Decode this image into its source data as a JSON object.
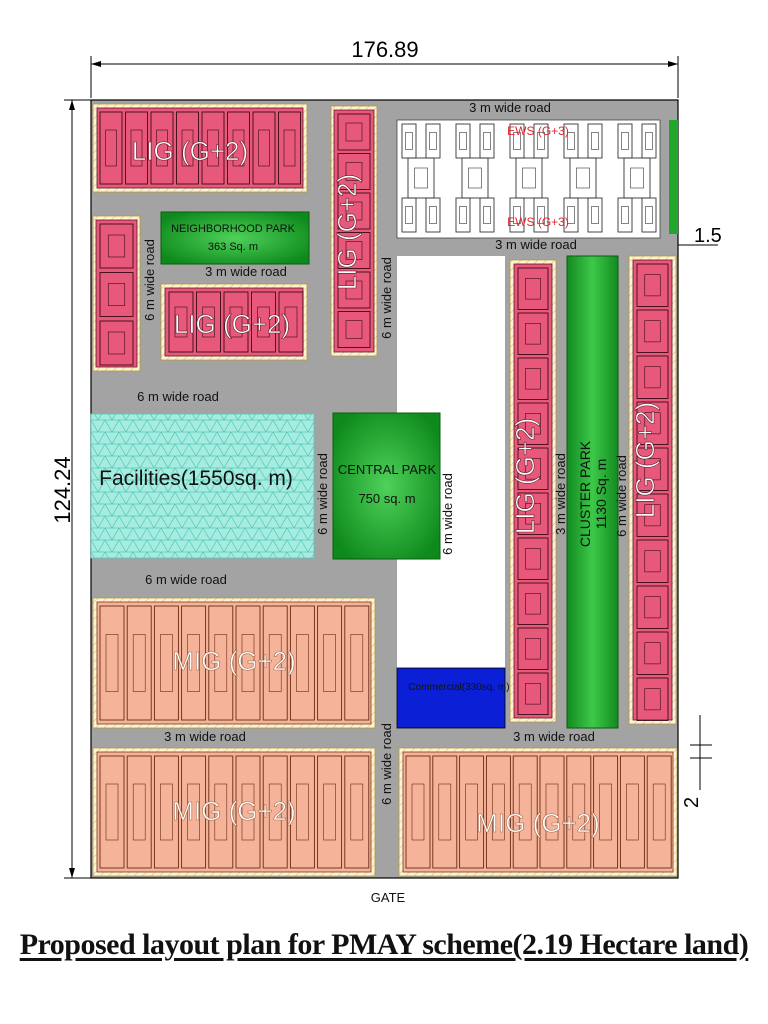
{
  "dimensions": {
    "width": "176.89",
    "height": "124.24",
    "offset_right": "1.5",
    "offset_bottom": "2"
  },
  "roads": {
    "three_m": "3 m wide road",
    "six_m": "6 m wide road"
  },
  "blocks": {
    "lig": "LIG (G+2)",
    "lig_vertical": "LIG (G+2)",
    "ews": "EWS (G+3)",
    "mig": "MIG (G+2)"
  },
  "parks": {
    "neighborhood": {
      "name": "NEIGHBORHOOD PARK",
      "area": "363 Sq. m"
    },
    "central": {
      "name": "CENTRAL PARK",
      "area": "750 sq. m"
    },
    "cluster": {
      "name": "CLUSTER PARK",
      "area": "1130 Sq. m"
    }
  },
  "facilities": "Facilities(1550sq. m)",
  "commercial": "Commercial(330sq. m)",
  "gate": "GATE",
  "title": "Proposed layout plan for PMAY scheme(2.19 Hectare land)",
  "colors": {
    "road": "#a3a3a3",
    "lig": "#e8587a",
    "mig": "#f5b49a",
    "park": "#1fa82c",
    "commercial": "#0b1fd6",
    "facilities": "#a6ece0"
  }
}
